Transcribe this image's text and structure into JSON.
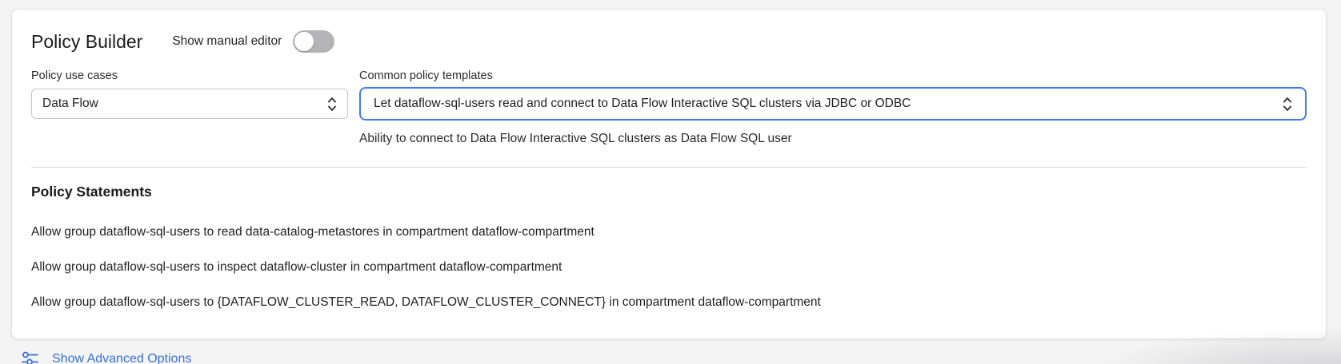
{
  "header": {
    "title": "Policy Builder",
    "manual_editor_label": "Show manual editor",
    "manual_editor_toggle_state": "off"
  },
  "form": {
    "use_cases": {
      "label": "Policy use cases",
      "selected": "Data Flow"
    },
    "templates": {
      "label": "Common policy templates",
      "selected": "Let dataflow-sql-users read and connect to Data Flow Interactive SQL clusters via JDBC or ODBC",
      "description": "Ability to connect to Data Flow Interactive SQL clusters as Data Flow SQL user"
    }
  },
  "statements": {
    "heading": "Policy Statements",
    "items": [
      "Allow group dataflow-sql-users to read data-catalog-metastores in compartment dataflow-compartment",
      "Allow group dataflow-sql-users to inspect dataflow-cluster in compartment dataflow-compartment",
      "Allow group dataflow-sql-users to {DATAFLOW_CLUSTER_READ, DATAFLOW_CLUSTER_CONNECT} in compartment dataflow-compartment"
    ]
  },
  "footer": {
    "advanced_options_label": "Show Advanced Options"
  },
  "icons": {
    "select_arrows": "chevron-updown-icon",
    "advanced_options": "sliders-icon"
  },
  "colors": {
    "focused_select_border": "#3e7ced",
    "link_blue": "#3a6fd8",
    "toggle_off": "#b4b4b6",
    "card_background": "#ffffff",
    "page_background": "#f4f4f5",
    "divider": "#d9d9db"
  }
}
